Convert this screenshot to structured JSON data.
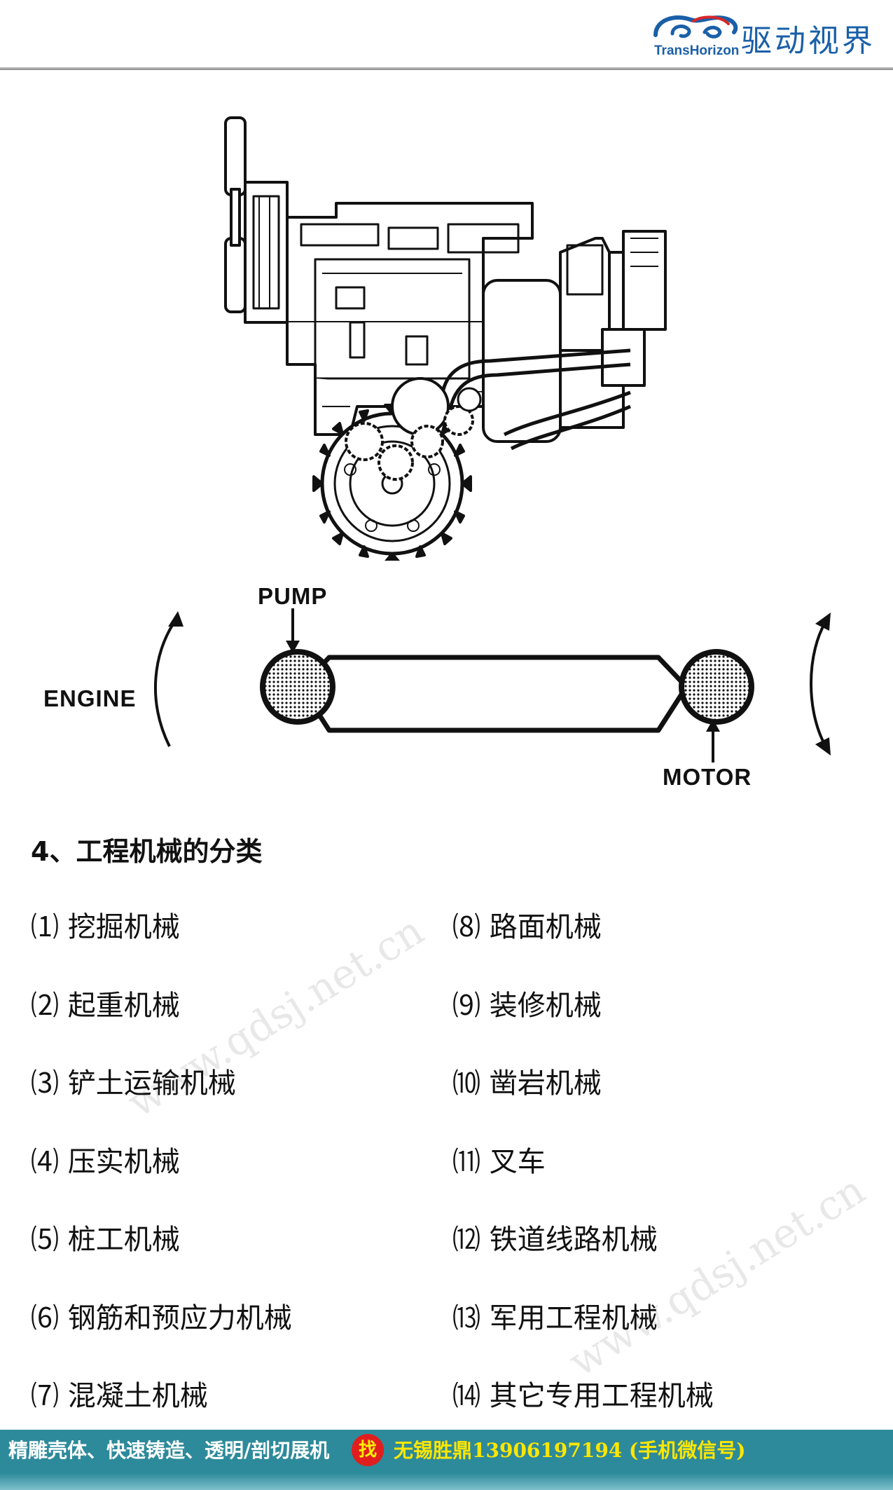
{
  "header": {
    "logo_en": "TransHorizon",
    "logo_cn": "驱动视界"
  },
  "diagram": {
    "pump_label": "PUMP",
    "engine_label": "ENGINE",
    "motor_label": "MOTOR"
  },
  "section": {
    "title": "4、工程机械的分类"
  },
  "categories_left": [
    "⑴ 挖掘机械",
    "⑵ 起重机械",
    "⑶ 铲土运输机械",
    "⑷ 压实机械",
    "⑸ 桩工机械",
    "⑹ 钢筋和预应力机械",
    "⑺ 混凝土机械"
  ],
  "categories_right": [
    "⑻ 路面机械",
    "⑼ 装修机械",
    "⑽ 凿岩机械",
    "⑾ 叉车",
    "⑿ 铁道线路机械",
    "⒀ 军用工程机械",
    "⒁ 其它专用工程机械"
  ],
  "watermark": "www.qdsj.net.cn",
  "footer": {
    "slogan": "精雕壳体、快速铸造、透明/剖切展机",
    "badge": "找",
    "contact": "无锡胜鼎13906197194 (手机微信号)"
  },
  "colors": {
    "brand_blue": "#1a5fa8",
    "footer_teal": "#2d8a9a",
    "footer_yellow": "#ffe600",
    "badge_red": "#e01e1e"
  }
}
